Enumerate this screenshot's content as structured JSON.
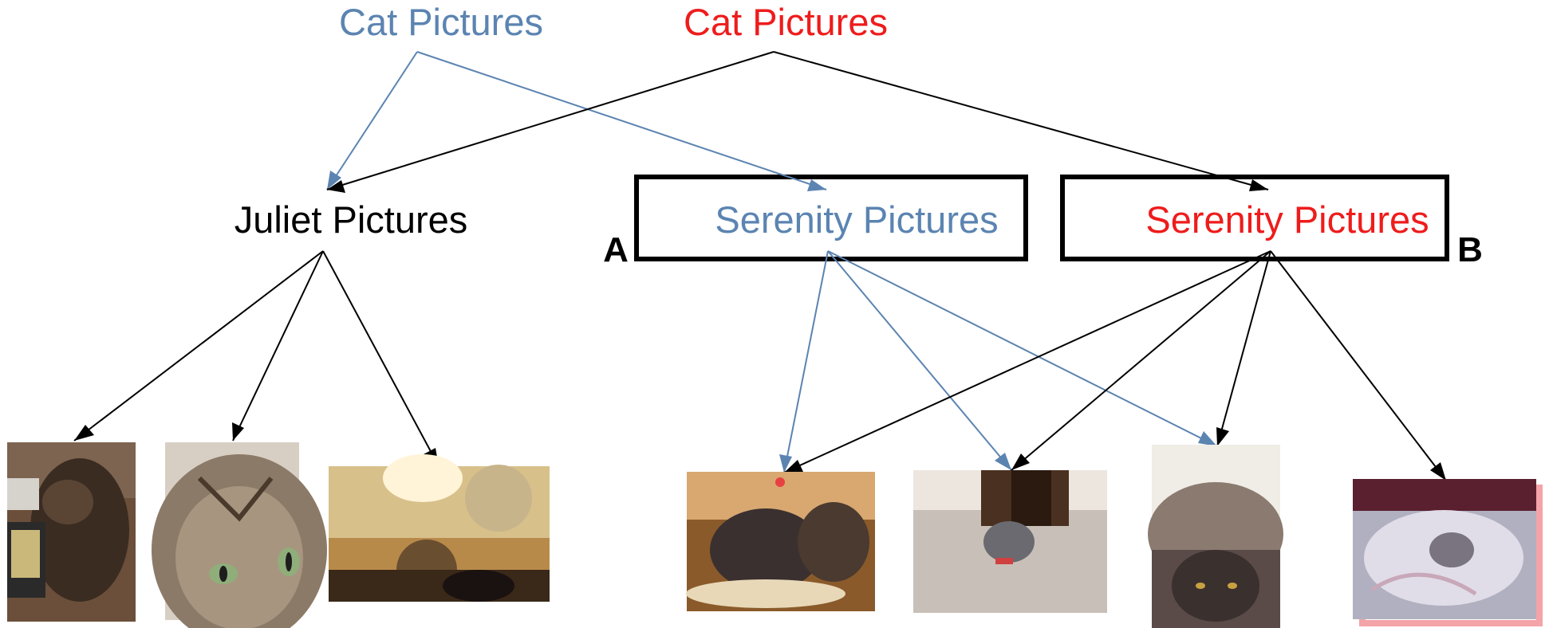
{
  "colors": {
    "blue": "#5b84b1",
    "red": "#ee1c1c",
    "black": "#000000",
    "pink_frame": "#f4a3a8"
  },
  "labels": {
    "cat_blue": "Cat Pictures",
    "cat_red": "Cat Pictures",
    "juliet": "Juliet Pictures",
    "serenity_blue": "Serenity Pictures",
    "serenity_red": "Serenity Pictures",
    "marker_a": "A",
    "marker_b": "B"
  },
  "photos": [
    {
      "id": "photo-1",
      "group": "Juliet Pictures",
      "subject": "tabby cat sleeping on books",
      "palette": [
        "#6b4f3a",
        "#3b2c22",
        "#9a8a7a"
      ]
    },
    {
      "id": "photo-2",
      "group": "Juliet Pictures",
      "subject": "tabby cat face close-up",
      "palette": [
        "#a89580",
        "#5a4a3c",
        "#d8cfc4"
      ]
    },
    {
      "id": "photo-3",
      "group": "Juliet Pictures",
      "subject": "cat inside a dryer",
      "palette": [
        "#b88a4a",
        "#e8d8b0",
        "#3a2818"
      ]
    },
    {
      "id": "photo-4",
      "group": "Serenity Pictures",
      "subject": "grey cat on a cushion",
      "palette": [
        "#8a5a2a",
        "#d8b080",
        "#3a3030"
      ]
    },
    {
      "id": "photo-5",
      "group": "Serenity Pictures",
      "subject": "grey cat on carpet",
      "palette": [
        "#c8c0b8",
        "#4a3020",
        "#6a6a70"
      ]
    },
    {
      "id": "photo-6",
      "group": "Serenity Pictures",
      "subject": "grey cat under knit hat",
      "palette": [
        "#8a7a70",
        "#5a4a48",
        "#f0ece6"
      ]
    },
    {
      "id": "photo-7",
      "group": "Serenity Pictures",
      "subject": "grey cat in blanket",
      "palette": [
        "#b0b0c0",
        "#5a2030",
        "#e0dce8"
      ]
    }
  ]
}
